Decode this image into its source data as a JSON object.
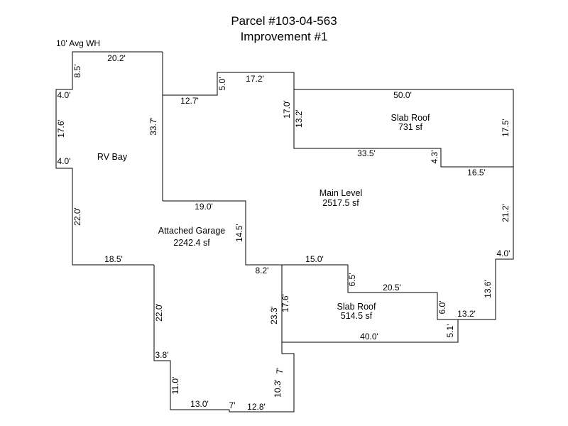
{
  "title": {
    "line1": "Parcel #103-04-563",
    "line2": "Improvement #1"
  },
  "note": "10' Avg WH",
  "areas": {
    "rv_bay": {
      "name": "RV Bay"
    },
    "attached_garage": {
      "name": "Attached Garage",
      "size": "2242.4 sf"
    },
    "main_level": {
      "name": "Main Level",
      "size": "2517.5 sf"
    },
    "slab_roof_upper": {
      "name": "Slab Roof",
      "size": "731 sf"
    },
    "slab_roof_lower": {
      "name": "Slab Roof",
      "size": "514.5 sf"
    }
  },
  "dimensions": {
    "rv_top": "20.2'",
    "rv_notch_top": "8.5'",
    "rv_notch_a": "4.0'",
    "rv_notch_side": "17.6'",
    "rv_notch_b": "4.0'",
    "rv_left": "22.0'",
    "rv_bottom": "18.5'",
    "rv_divider": "33.7'",
    "garage_left": "22.0'",
    "garage_jog": "3.8'",
    "garage_lower_left": "11.0'",
    "garage_bottom": "13.0'",
    "garage_step": "7'",
    "garage_bottom_b": "12.8'",
    "garage_right_low": "10.3'",
    "garage_right_step": "7'",
    "garage_right": "23.3'",
    "garage_top": "19.0'",
    "garage_right_upper": "14.5'",
    "garage_step_top": "8.2'",
    "main_step_a": "12.7'",
    "main_step_b": "5.0'",
    "main_top": "17.2'",
    "main_side_a": "17.0'",
    "slab_top": "50.0'",
    "slab_left": "13.2'",
    "slab_right": "17.5'",
    "slab_bottom": "33.5'",
    "slab_step": "4.3'",
    "slab_bottom_b": "16.5'",
    "main_right": "21.2'",
    "main_step_c": "4.0'",
    "main_right_b": "13.6'",
    "main_bottom_r": "13.2'",
    "slab2_top": "15.0'",
    "slab2_step": "6.5'",
    "slab2_top_b": "20.5'",
    "slab2_step_b": "6.0'",
    "slab2_left": "17.6'",
    "slab2_bottom": "40.0'",
    "slab2_right": "5.1'"
  }
}
